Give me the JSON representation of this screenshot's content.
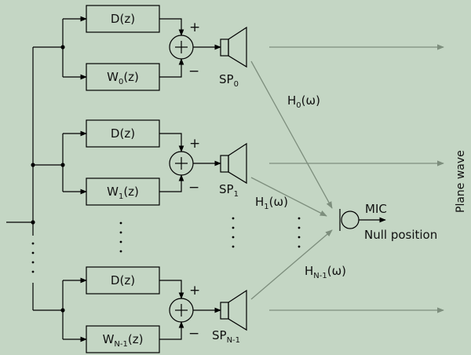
{
  "colors": {
    "background": "#c4d6c4",
    "line": "#000000",
    "wave": "#7d8e7d"
  },
  "channels": [
    {
      "filter_d": "D(z)",
      "filter_w": "W",
      "w_sub": "0",
      "w_suffix": "(z)",
      "plus": "+",
      "minus": "−",
      "speaker": "SP",
      "speaker_sub": "0"
    },
    {
      "filter_d": "D(z)",
      "filter_w": "W",
      "w_sub": "1",
      "w_suffix": "(z)",
      "plus": "+",
      "minus": "−",
      "speaker": "SP",
      "speaker_sub": "1"
    },
    {
      "filter_d": "D(z)",
      "filter_w": "W",
      "w_sub": "N-1",
      "w_suffix": "(z)",
      "plus": "+",
      "minus": "−",
      "speaker": "SP",
      "speaker_sub": "N-1"
    }
  ],
  "paths": [
    {
      "base": "H",
      "sub": "0",
      "suffix": "(ω)"
    },
    {
      "base": "H",
      "sub": "1",
      "suffix": "(ω)"
    },
    {
      "base": "H",
      "sub": "N-1",
      "suffix": "(ω)"
    }
  ],
  "mic": {
    "label": "MIC",
    "null_label": "Null position"
  },
  "plane_wave_label": "Plane wave"
}
